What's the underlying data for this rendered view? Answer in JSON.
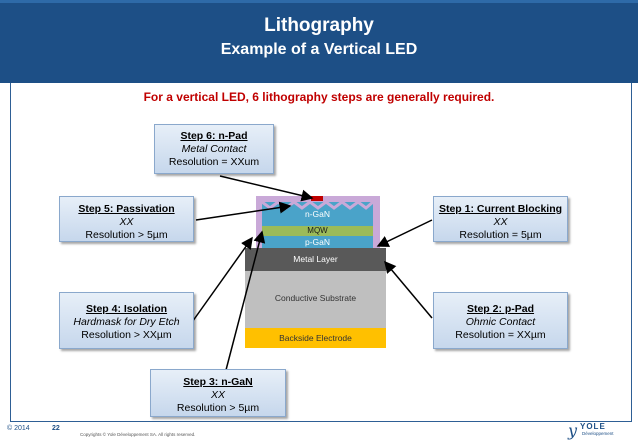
{
  "header": {
    "title": "Lithography",
    "subtitle": "Example of a Vertical LED",
    "color": "#1d4f86"
  },
  "intro": "For a vertical LED, 6 lithography steps are generally required.",
  "steps": {
    "step6": {
      "heading": "Step 6: n-Pad",
      "detail": "Metal Contact",
      "resolution": "Resolution = XXum"
    },
    "step5": {
      "heading": "Step 5: Passivation",
      "detail": "XX",
      "resolution": "Resolution > 5µm"
    },
    "step1": {
      "heading": "Step 1: Current Blocking",
      "detail": "XX",
      "resolution": "Resolution = 5µm"
    },
    "step4": {
      "heading": "Step 4: Isolation",
      "detail": "Hardmask for Dry Etch",
      "resolution": "Resolution > XXµm"
    },
    "step2": {
      "heading": "Step 2: p-Pad",
      "detail": "Ohmic Contact",
      "resolution": "Resolution = XXµm"
    },
    "step3": {
      "heading": "Step 3: n-GaN",
      "detail": "XX",
      "resolution": "Resolution > 5µm"
    }
  },
  "layers": {
    "ngan": "n-GaN",
    "mqw": "MQW",
    "pgan": "p-GaN",
    "metal": "Metal Layer",
    "substrate": "Conductive Substrate",
    "backside": "Backside Electrode"
  },
  "layer_colors": {
    "passivation": "#c9a9d8",
    "gan": "#4aa3c9",
    "mqw": "#9bbb59",
    "metal": "#595959",
    "substrate": "#bfbfbf",
    "backside": "#ffc000",
    "pad": "#c00000"
  },
  "footer": {
    "date": "© 2014",
    "page": "22",
    "copyright": "Copyrights © Yole Développement SA. All rights reserved.",
    "logo_name": "YOLE",
    "logo_sub": "Développement"
  }
}
